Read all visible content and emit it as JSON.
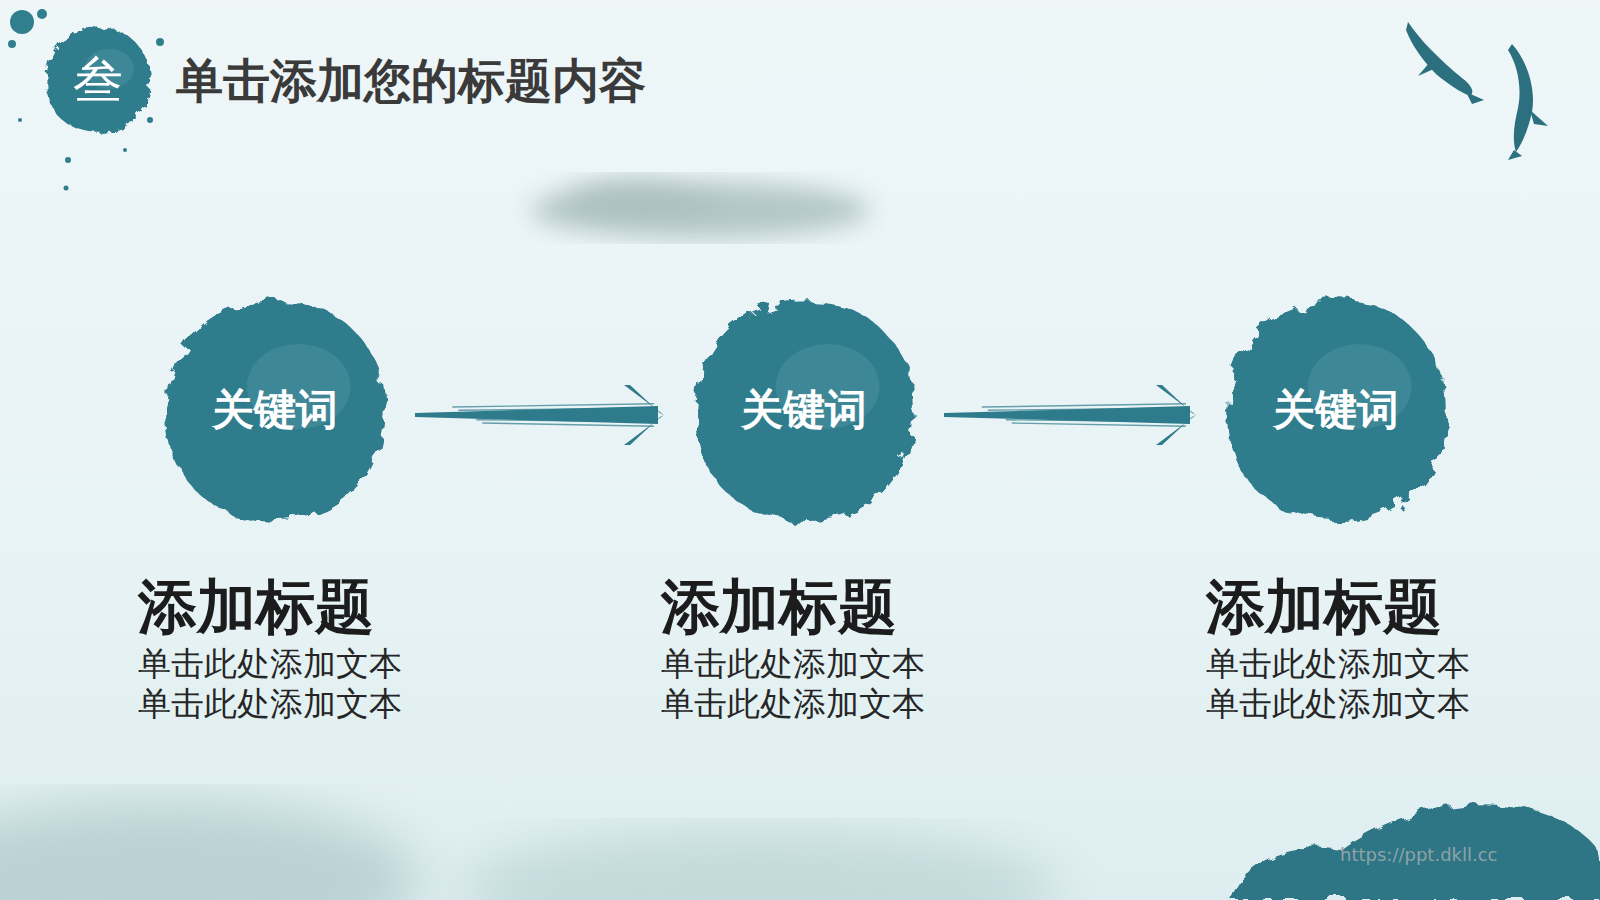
{
  "diagram": {
    "title": "单击添加您的标题内容",
    "nodes": [
      {
        "text": [
          "叁"
        ]
      },
      {
        "text": [
          "关键词"
        ]
      },
      {
        "text": [
          "关键词"
        ]
      },
      {
        "text": [
          "关键词"
        ]
      }
    ],
    "edges": [
      {
        "from": 1,
        "to": 2,
        "arrow": "to"
      },
      {
        "from": 2,
        "to": 3,
        "arrow": "to"
      }
    ],
    "labels": [
      "添加标题",
      "单击此处添加文本",
      "单击此处添加文本",
      "添加标题",
      "单击此处添加文本",
      "单击此处添加文本",
      "添加标题",
      "单击此处添加文本",
      "单击此处添加文本",
      "https://ppt.dkll.cc"
    ]
  }
}
